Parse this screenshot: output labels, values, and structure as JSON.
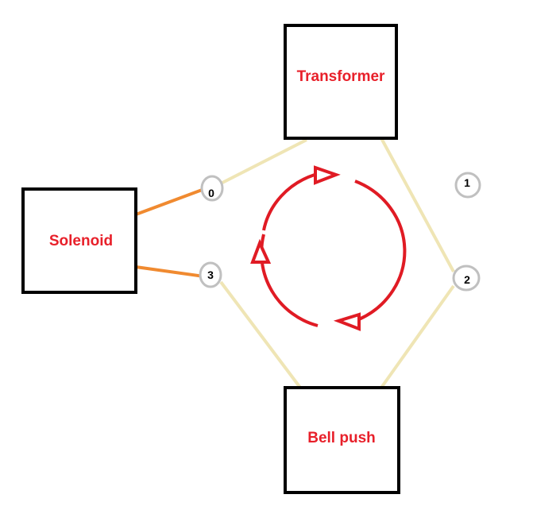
{
  "components": {
    "transformer": {
      "label": "Transformer"
    },
    "solenoid": {
      "label": "Solenoid"
    },
    "bell_push": {
      "label": "Bell push"
    }
  },
  "terminals": [
    {
      "id": "t0",
      "label": "0"
    },
    {
      "id": "t1",
      "label": "1"
    },
    {
      "id": "t2",
      "label": "2"
    },
    {
      "id": "t3",
      "label": "3"
    }
  ],
  "colors": {
    "box_stroke": "#000000",
    "box_label": "#e8202a",
    "wire_beige": "#efe5b5",
    "wire_orange": "#f08a30",
    "terminal_ring": "#c0c0c0",
    "flow_arrow": "#e01b24"
  },
  "icons": {
    "flow": "circular-current-flow-arrows"
  }
}
